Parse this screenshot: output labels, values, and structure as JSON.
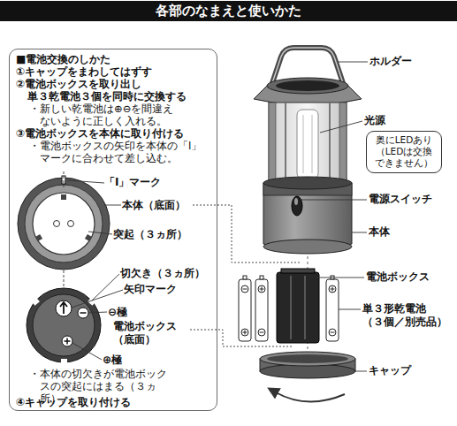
{
  "diagram": {
    "title": "各部のなまえと使いかた",
    "nodes": [
      {
        "text": [
          "■電池交換のしかた",
          "①キャップをまわしてはずす",
          "②電池ボックスを取り出し 単３乾電池３個を同時に交換する",
          "・新しい乾電池は⊕⊖を間違えないように正しく入れる。",
          "③電池ボックスを本体に取り付ける",
          "・電池ボックスの矢印を本体の「Ⅰ」マークに合わせて差し込む。",
          "・本体の切欠きが電池ボックスの突起にはまる（３ヵ所）。",
          "④キャップを取り付ける"
        ]
      },
      {
        "text": [
          "奥にLEDあり （LEDは交換 できません）"
        ]
      }
    ],
    "labels": [
      "「Ⅰ」マーク",
      "本体（底面）",
      "突起（３ヵ所）",
      "切欠き（３ヵ所）",
      "矢印マーク",
      "⊖極",
      "電池ボックス （底面）",
      "⊕極",
      "ホルダー",
      "光源",
      "電源スイッチ",
      "本体",
      "電池ボックス",
      "単３形乾電池 （３個／別売品）",
      "キャップ"
    ]
  }
}
